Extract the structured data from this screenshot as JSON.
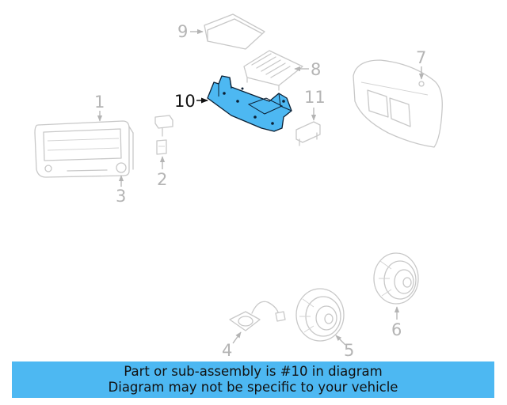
{
  "diagram": {
    "highlighted_part": "10",
    "highlight_color": "#4db8f2",
    "ghost_color": "#c8c8c8",
    "callouts": [
      "1",
      "2",
      "3",
      "4",
      "5",
      "6",
      "7",
      "8",
      "9",
      "10",
      "11"
    ]
  },
  "banner": {
    "line1": "Part or sub-assembly is #10 in diagram",
    "line2": "Diagram may not be specific to your vehicle",
    "background": "#4db8f2"
  }
}
